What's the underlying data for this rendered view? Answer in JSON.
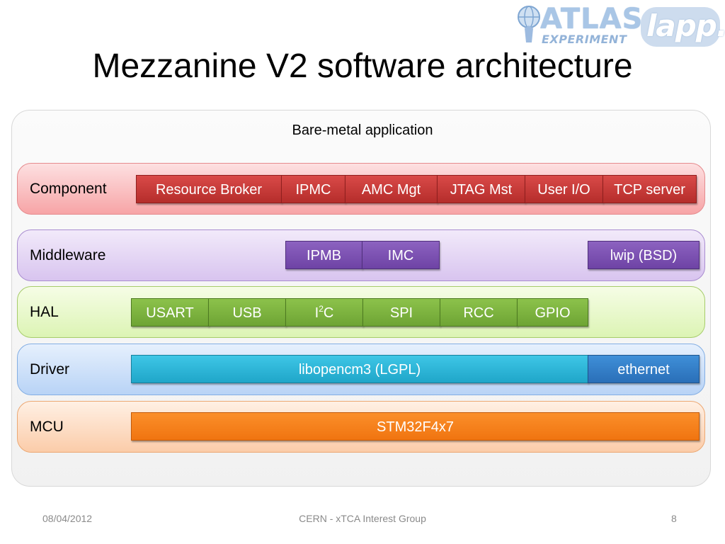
{
  "slide": {
    "title": "Mezzanine V2 software architecture",
    "application_label": "Bare-metal application"
  },
  "logos": {
    "atlas_title": "ATLAS",
    "atlas_subtitle": "EXPERIMENT",
    "lapp": "lapp."
  },
  "layers": {
    "component": {
      "label": "Component",
      "blocks": [
        "Resource Broker",
        "IPMC",
        "AMC Mgt",
        "JTAG Mst",
        "User I/O",
        "TCP server"
      ]
    },
    "middleware": {
      "label": "Middleware",
      "blocks": [
        "IPMB",
        "IMC",
        "lwip (BSD)"
      ]
    },
    "hal": {
      "label": "HAL",
      "blocks": [
        "USART",
        "USB",
        "I",
        "2",
        "C",
        "SPI",
        "RCC",
        "GPIO"
      ]
    },
    "driver": {
      "label": "Driver",
      "blocks": [
        "libopencm3 (LGPL)",
        "ethernet"
      ]
    },
    "mcu": {
      "label": "MCU",
      "blocks": [
        "STM32F4x7"
      ]
    }
  },
  "colors": {
    "component": "#c43b39",
    "middleware": "#7b50b3",
    "hal": "#7db33f",
    "driver_lib": "#2bb6d8",
    "driver_eth": "#357fc8",
    "mcu": "#f5811c"
  },
  "footer": {
    "date": "08/04/2012",
    "center": "CERN - xTCA Interest Group",
    "page": "8"
  }
}
